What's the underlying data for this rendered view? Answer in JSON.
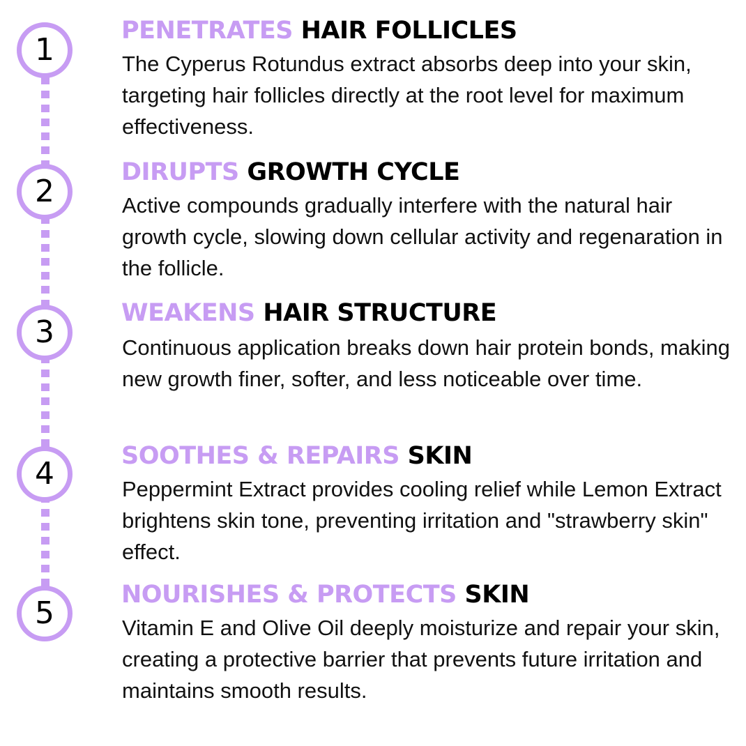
{
  "steps": [
    {
      "number": "1",
      "title_accent": "PENETRATES",
      "title_main": "HAIR FOLLICLES",
      "body": "The Cyperus Rotundus extract absorbs deep into your skin, targeting hair follicles directly at the root level for maximum effectiveness."
    },
    {
      "number": "2",
      "title_accent": "DIRUPTS",
      "title_main": "GROWTH CYCLE",
      "body": "Active compounds gradually interfere with the natural hair growth cycle, slowing down cellular activity and regenaration in the follicle."
    },
    {
      "number": "3",
      "title_accent": "WEAKENS",
      "title_main": "HAIR STRUCTURE",
      "body": "Continuous application breaks down hair protein bonds, making new growth finer, softer, and less noticeable over time."
    },
    {
      "number": "4",
      "title_accent": "SOOTHES & REPAIRS",
      "title_main": "SKIN",
      "body": "Peppermint Extract provides cooling relief while Lemon Extract brightens skin tone, preventing irritation and \"strawberry skin\" effect."
    },
    {
      "number": "5",
      "title_accent": "NOURISHES & PROTECTS",
      "title_main": "SKIN",
      "body": "Vitamin E and Olive Oil deeply moisturize and repair your skin, creating a protective barrier that prevents future irritation and maintains smooth results."
    }
  ],
  "colors": {
    "accent": "#c79cf3",
    "text": "#000000"
  }
}
